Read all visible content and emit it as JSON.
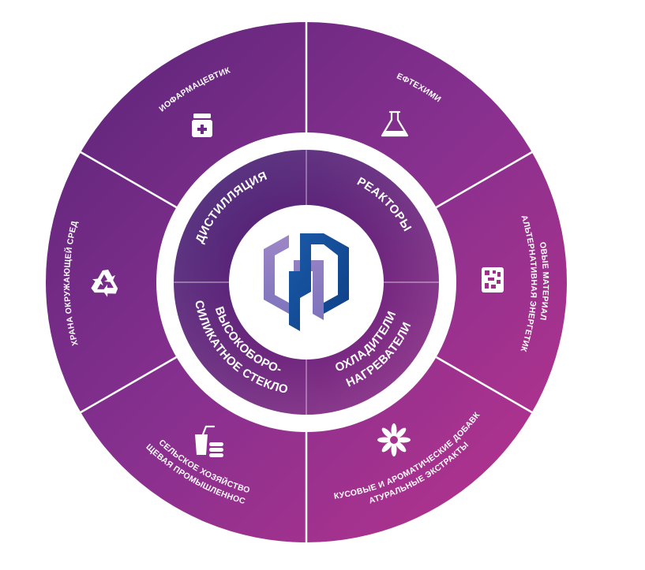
{
  "outer_segments": [
    {
      "id": "biopharma",
      "label_lines": [
        "БИОФАРМАЦЕВТИКА"
      ],
      "icon": "medicine-jar-icon"
    },
    {
      "id": "petrochem",
      "label_lines": [
        "НЕФТЕХИМИЯ"
      ],
      "icon": "flask-icon"
    },
    {
      "id": "materials",
      "label_lines": [
        "НОВЫЕ МАТЕРИАЛЫ",
        "И АЛЬТЕРНАТИВНАЯ ЭНЕРГЕТИКА"
      ],
      "icon": "material-grid-icon"
    },
    {
      "id": "extracts",
      "label_lines": [
        "НАТУРАЛЬНЫЕ ЭКСТРАКТЫ,",
        "ВКУСОВЫЕ И АРОМАТИЧЕСКИЕ ДОБАВКИ"
      ],
      "icon": "flower-icon"
    },
    {
      "id": "food",
      "label_lines": [
        "ПИЩЕВАЯ ПРОМЫШЛЕННОСТЬ",
        "И СЕЛЬСКОЕ ХОЗЯЙСТВО"
      ],
      "icon": "food-cup-icon"
    },
    {
      "id": "environment",
      "label_lines": [
        "ОХРАНА ОКРУЖАЮЩЕЙ СРЕДЫ"
      ],
      "icon": "recycle-icon"
    }
  ],
  "inner_segments": [
    {
      "id": "distillation",
      "label_lines": [
        "ДИСТИЛЛЯЦИЯ"
      ]
    },
    {
      "id": "reactors",
      "label_lines": [
        "РЕАКТОРЫ"
      ]
    },
    {
      "id": "coolers",
      "label_lines": [
        "ОХЛАДИТЕЛИ",
        "НАГРЕВАТЕЛИ"
      ]
    },
    {
      "id": "glass",
      "label_lines": [
        "ВЫСОКОБОРО-",
        "СИЛИКАТНОЕ СТЕКЛО"
      ]
    }
  ],
  "colors": {
    "outer_dark": "#5a2579",
    "outer_mid": "#88308f",
    "outer_bright": "#b9338d",
    "inner_dark": "#3f2172",
    "inner_bright": "#8f2a86",
    "logo_light": "#7d73bd",
    "logo_dark": "#0f3f86",
    "divider": "#ffffff"
  }
}
